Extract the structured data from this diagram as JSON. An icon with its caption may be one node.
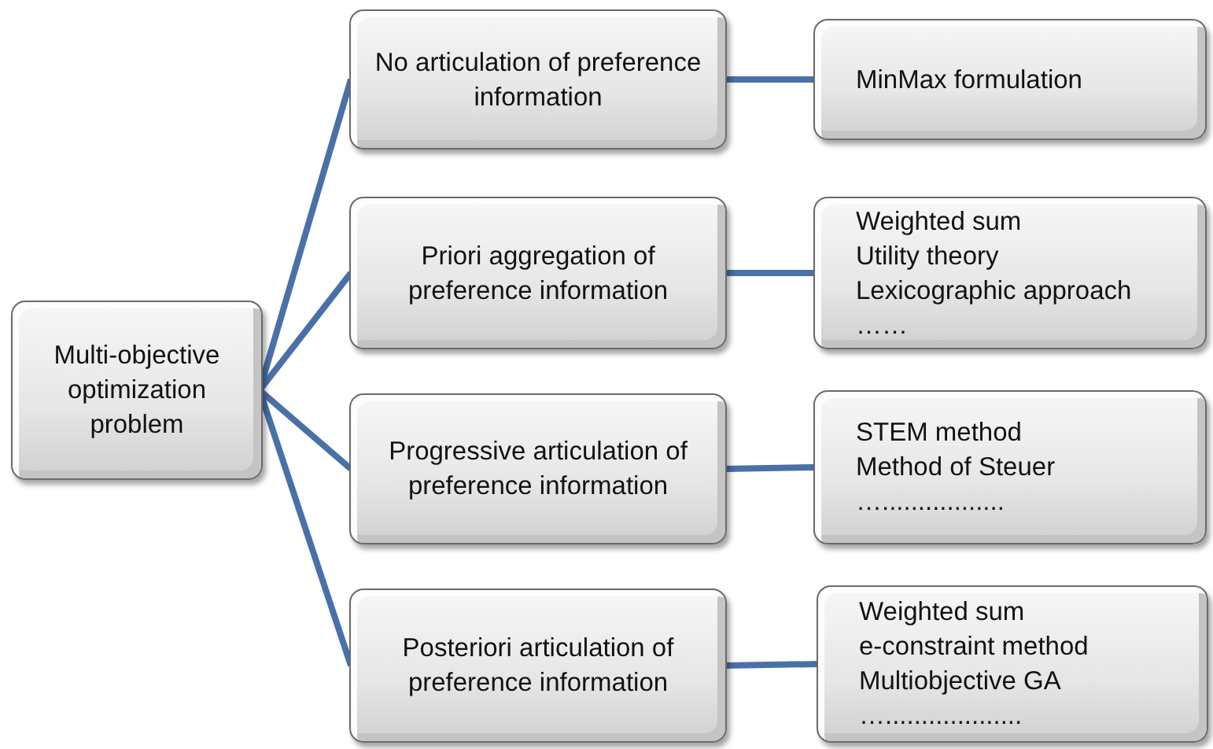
{
  "diagram": {
    "nodes": [
      {
        "text": [
          "Multi-objective optimization problem"
        ]
      },
      {
        "text": [
          "No articulation of preference information"
        ]
      },
      {
        "text": [
          "Priori aggregation of preference information"
        ]
      },
      {
        "text": [
          "Progressive articulation of preference information"
        ]
      },
      {
        "text": [
          "Posteriori articulation of preference information"
        ]
      },
      {
        "text": [
          "MinMax formulation"
        ]
      },
      {
        "text": [
          "Weighted sum",
          "Utility theory",
          "Lexicographic approach",
          "……"
        ]
      },
      {
        "text": [
          "STEM method",
          "Method of Steuer",
          "…................."
        ]
      },
      {
        "text": [
          "Weighted sum",
          "e-constraint method",
          "Multiobjective GA",
          "…..................."
        ]
      }
    ],
    "edges": [
      {
        "from": 0,
        "to": 1,
        "arrow": "none"
      },
      {
        "from": 0,
        "to": 2,
        "arrow": "none"
      },
      {
        "from": 0,
        "to": 3,
        "arrow": "none"
      },
      {
        "from": 0,
        "to": 4,
        "arrow": "none"
      },
      {
        "from": 1,
        "to": 5,
        "arrow": "none"
      },
      {
        "from": 2,
        "to": 6,
        "arrow": "none"
      },
      {
        "from": 3,
        "to": 7,
        "arrow": "none"
      },
      {
        "from": 4,
        "to": 8,
        "arrow": "none"
      }
    ]
  }
}
